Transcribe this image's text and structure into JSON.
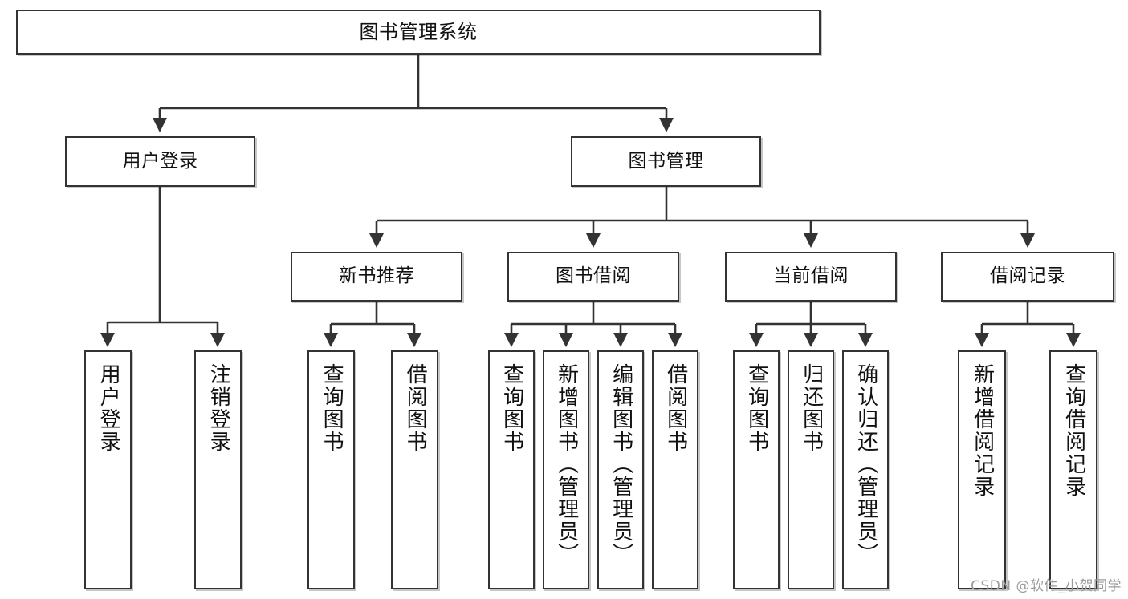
{
  "diagram": {
    "title": "图书管理系统",
    "watermark": "CSDN @软件_小贺同学",
    "style": {
      "box_border_color": "#333333",
      "box_fill_color": "#ffffff",
      "line_color": "#333333",
      "text_color": "#111111",
      "watermark_color": "#9a9a9a"
    },
    "nodes": {
      "root": "图书管理系统",
      "user_login": "用户登录",
      "book_manage": "图书管理",
      "new_book_rec": "新书推荐",
      "book_borrow": "图书借阅",
      "current_borrow": "当前借阅",
      "borrow_record": "借阅记录",
      "leaf_user_login": "用户登录",
      "leaf_logout": "注销登录",
      "leaf_query_book_1": "查询图书",
      "leaf_borrow_book_1": "借阅图书",
      "leaf_query_book_2": "查询图书",
      "leaf_add_book_admin": "新增图书（管理员）",
      "leaf_edit_book_admin": "编辑图书（管理员）",
      "leaf_borrow_book_2": "借阅图书",
      "leaf_query_book_3": "查询图书",
      "leaf_return_book": "归还图书",
      "leaf_confirm_return_admin": "确认归还（管理员）",
      "leaf_add_record": "新增借阅记录",
      "leaf_query_record": "查询借阅记录"
    }
  }
}
